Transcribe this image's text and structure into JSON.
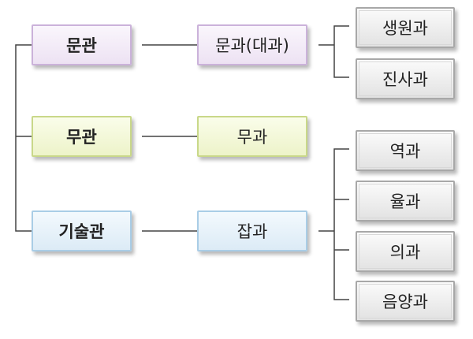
{
  "offices": [
    {
      "name": "문관",
      "exam": "문과(대과)",
      "color": "purple"
    },
    {
      "name": "무관",
      "exam": "무과",
      "color": "green"
    },
    {
      "name": "기술관",
      "exam": "잡과",
      "color": "blue"
    }
  ],
  "sub_exams": {
    "civil": [
      "생원과",
      "진사과"
    ],
    "technical": [
      "역과",
      "율과",
      "의과",
      "음양과"
    ]
  },
  "colors": {
    "purple_border": "#cbb2da",
    "green_border": "#c9d889",
    "blue_border": "#a9cde6",
    "gray_border": "#a8a8a8",
    "line": "#444444"
  }
}
